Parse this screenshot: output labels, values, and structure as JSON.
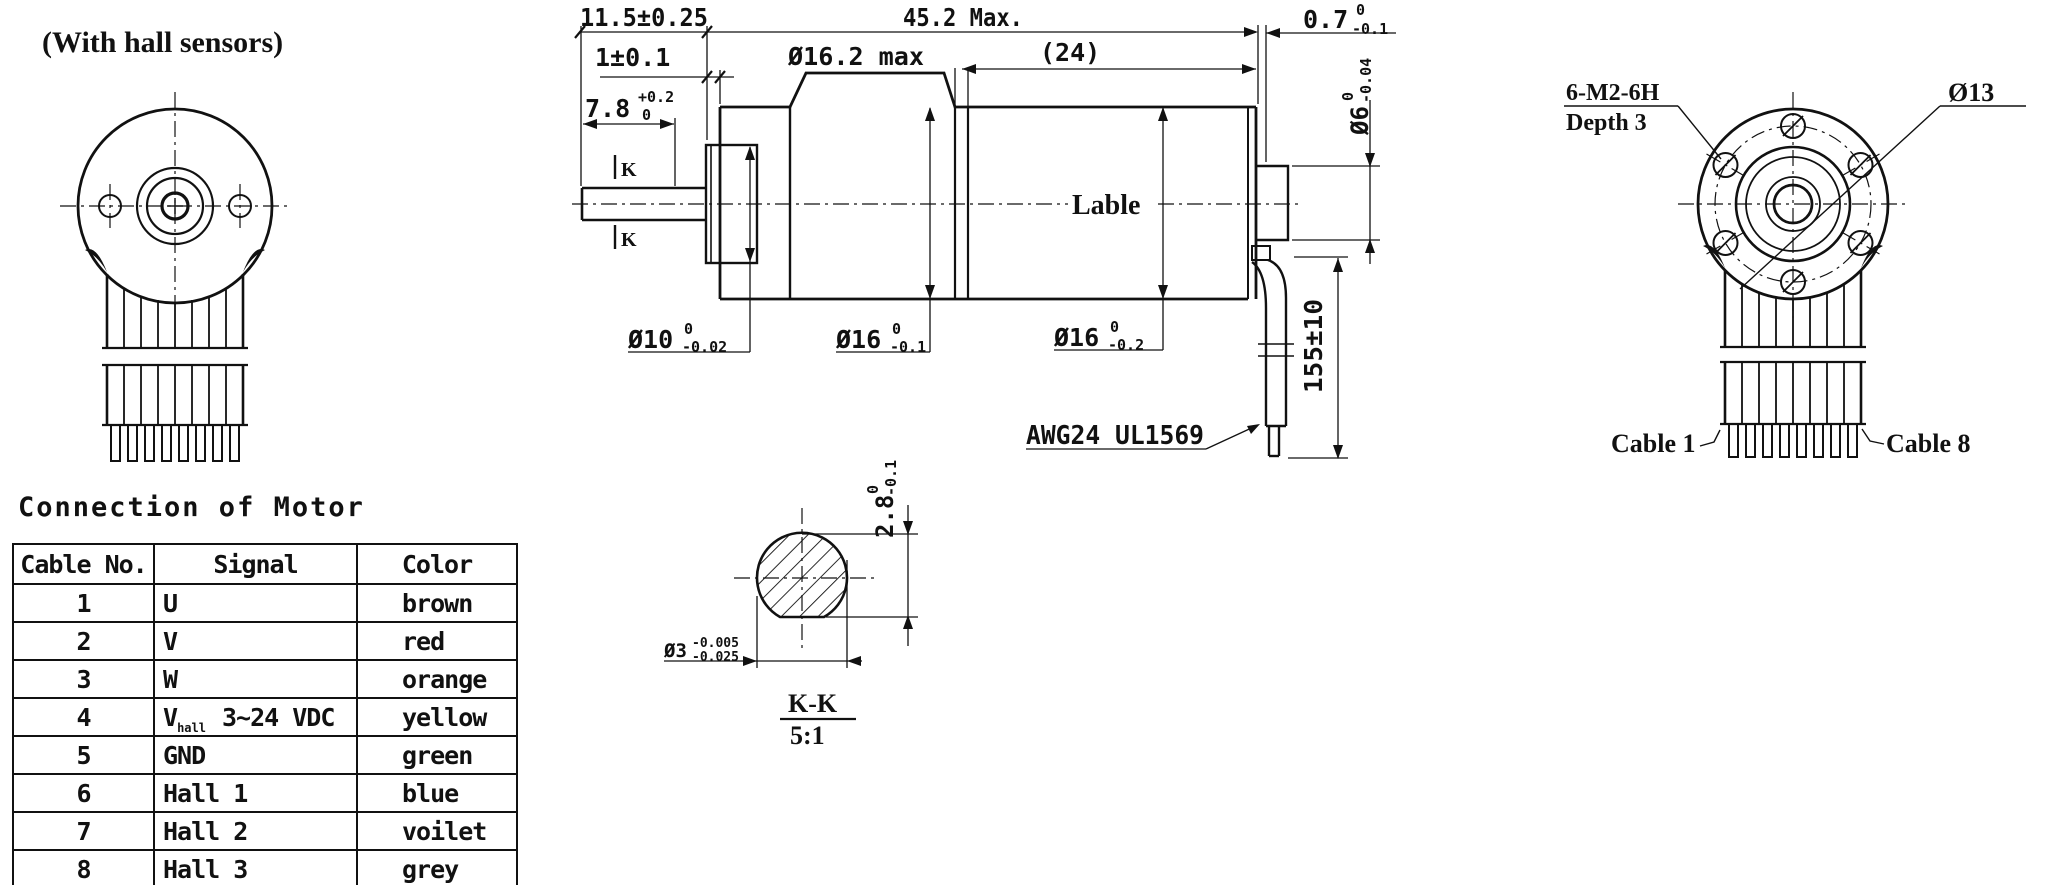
{
  "annotations": {
    "with_hall_sensors": "(With hall sensors)",
    "label": "Lable",
    "cable_spec": "AWG24 UL1569",
    "k_mark": "K"
  },
  "connection_table": {
    "title": "Connection of Motor",
    "headers": {
      "cable_no": "Cable No.",
      "signal": "Signal",
      "color": "Color"
    },
    "rows": [
      {
        "no": "1",
        "signal": "U",
        "color": "brown"
      },
      {
        "no": "2",
        "signal": "V",
        "color": "red"
      },
      {
        "no": "3",
        "signal": "W",
        "color": "orange"
      },
      {
        "no": "4",
        "signal_main": "V",
        "signal_sub": "hall",
        "signal_rest": "3~24 VDC",
        "color": "yellow"
      },
      {
        "no": "5",
        "signal": "GND",
        "color": "green"
      },
      {
        "no": "6",
        "signal": "Hall 1",
        "color": "blue"
      },
      {
        "no": "7",
        "signal": "Hall 2",
        "color": "voilet"
      },
      {
        "no": "8",
        "signal": "Hall 3",
        "color": "grey"
      }
    ]
  },
  "dimensions": {
    "shaft_total": "11.5±0.25",
    "length_max": "45.2 Max.",
    "rear_boss_len": {
      "main": "0.7",
      "sup": "0",
      "sub": "-0.1"
    },
    "pilot_len": "1±0.1",
    "gear_od_max": "Ø16.2 max",
    "motor_len": "(24)",
    "flat_len": {
      "main": "7.8",
      "sup": "+0.2",
      "sub": "0"
    },
    "rear_boss_dia": {
      "main": "Ø6",
      "sup": "0",
      "sub": "-0.04"
    },
    "pilot_dia": {
      "main": "Ø10",
      "sup": "0",
      "sub": "-0.02"
    },
    "gear_dia": {
      "main": "Ø16",
      "sup": "0",
      "sub": "-0.1"
    },
    "motor_dia": {
      "main": "Ø16",
      "sup": "0",
      "sub": "-0.2"
    },
    "cable_len": "155±10",
    "flat_height": {
      "main": "2.8",
      "sup": "0",
      "sub": "-0.1"
    },
    "shaft_dia": {
      "main": "Ø3",
      "sup": "-0.005",
      "sub": "-0.025"
    }
  },
  "section_view": {
    "name": "K-K",
    "scale": "5:1"
  },
  "rear_view": {
    "thread_callout": "6-M2-6H",
    "thread_depth": "Depth 3",
    "bolt_circle_dia": "Ø13",
    "cable_first": "Cable 1",
    "cable_last": "Cable 8"
  }
}
